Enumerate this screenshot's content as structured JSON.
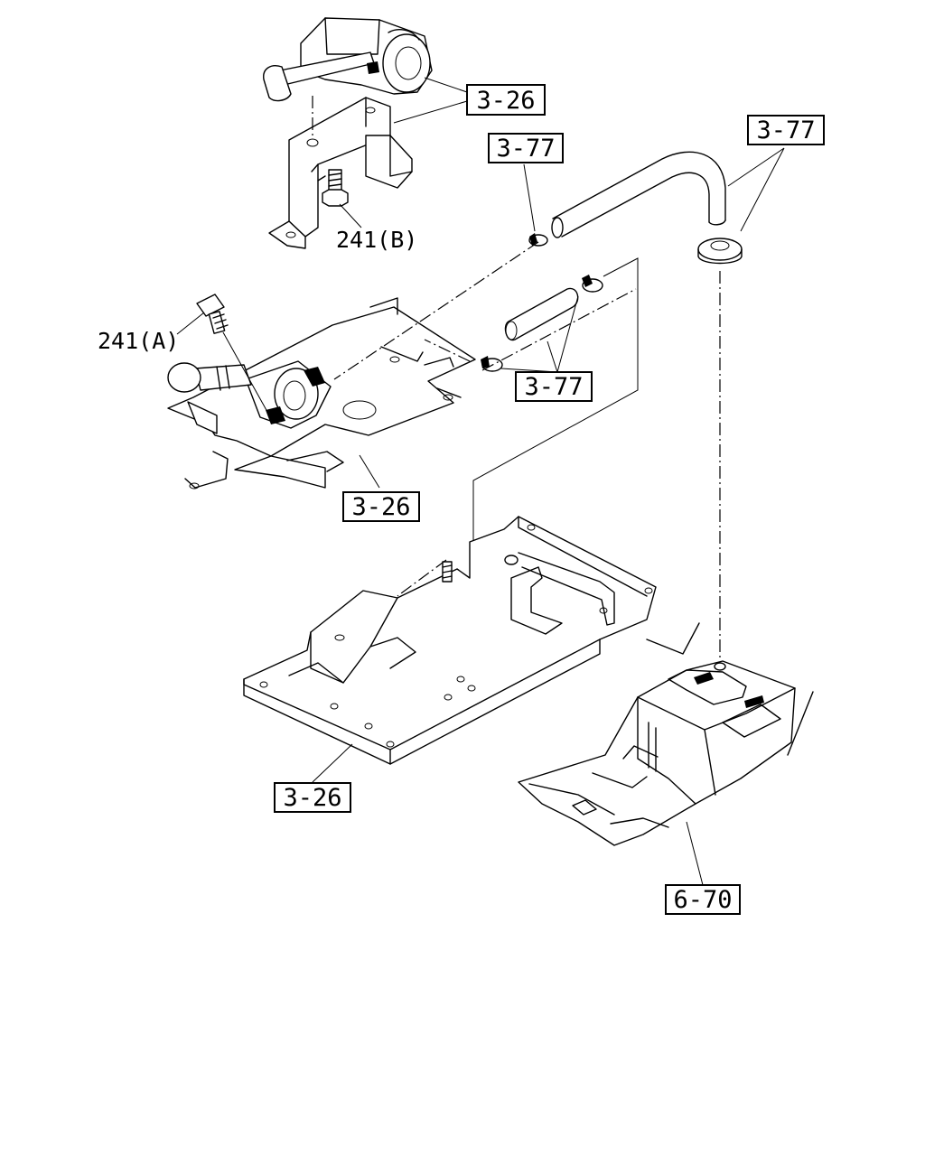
{
  "callouts": {
    "c1": "3-26",
    "c2": "3-77",
    "c3": "3-77",
    "c4": "3-77",
    "c5": "3-26",
    "c6": "3-26",
    "c7": "6-70"
  },
  "labels": {
    "bolt_b": "241(B)",
    "bolt_a": "241(A)"
  }
}
